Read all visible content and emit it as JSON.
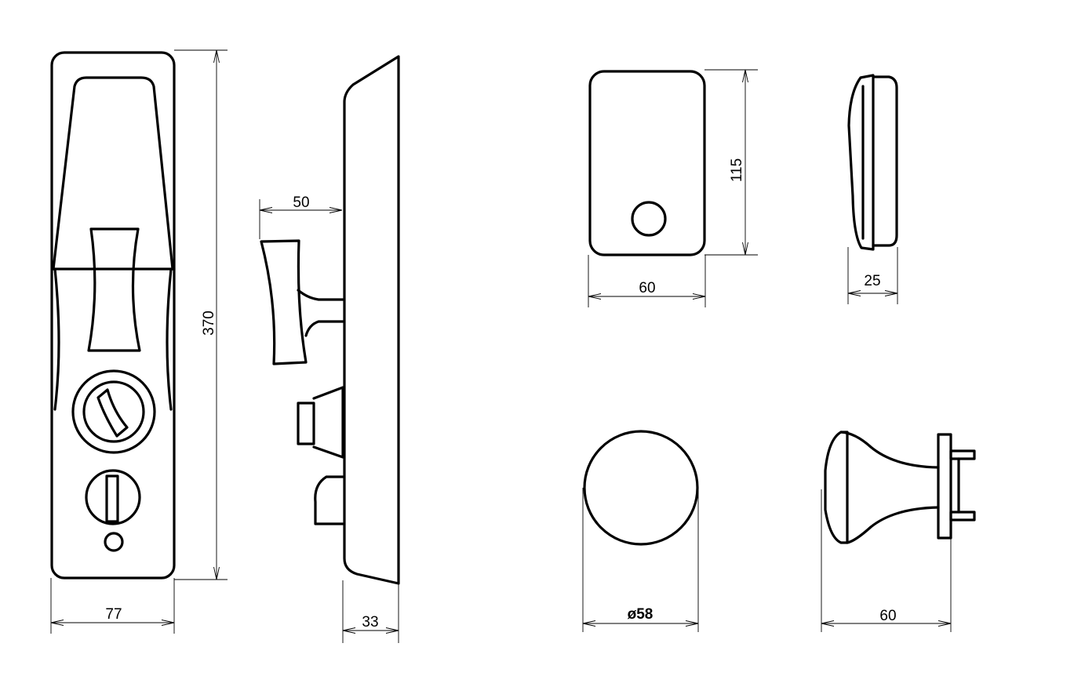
{
  "diagram": {
    "views": {
      "handle_front": {
        "width_label": "77",
        "height_label": "370"
      },
      "handle_side": {
        "projection_label": "50",
        "depth_label": "33"
      },
      "cover_plate_front": {
        "width_label": "60",
        "height_label": "115"
      },
      "cover_plate_side": {
        "depth_label": "25"
      },
      "knob_front": {
        "diameter_label": "ø58"
      },
      "knob_side": {
        "length_label": "60"
      }
    }
  }
}
